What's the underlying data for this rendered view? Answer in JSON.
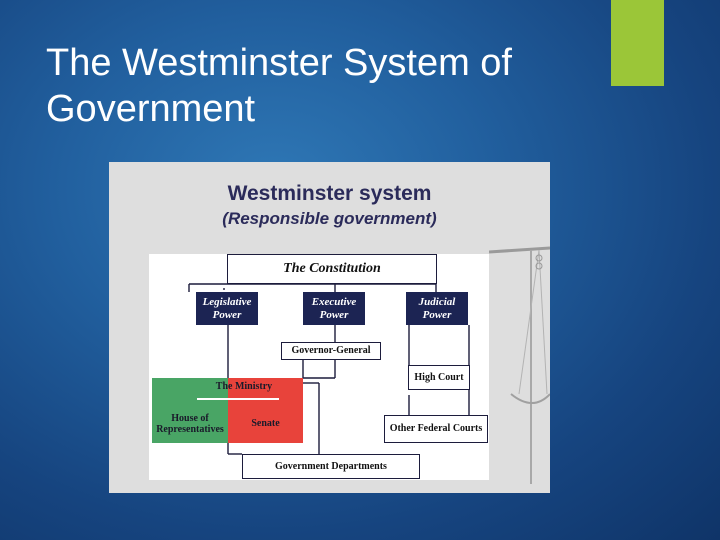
{
  "slide": {
    "title_line1": "The Westminster System of",
    "title_line2": "Government"
  },
  "diagram": {
    "heading": "Westminster system",
    "subheading": "(Responsible government)",
    "constitution": "The Constitution",
    "legislative_line1": "Legislative",
    "legislative_line2": "Power",
    "executive_line1": "Executive",
    "executive_line2": "Power",
    "judicial_line1": "Judicial",
    "judicial_line2": "Power",
    "governor_general": "Governor-General",
    "high_court": "High Court",
    "the_ministry": "The Ministry",
    "house_line1": "House of",
    "house_line2": "Representatives",
    "senate": "Senate",
    "other_federal_courts": "Other Federal Courts",
    "government_departments": "Government Departments"
  },
  "colors": {
    "accent": "#9bc638",
    "power_box": "#1c2453",
    "house": "#49a565",
    "senate": "#e8433b"
  }
}
